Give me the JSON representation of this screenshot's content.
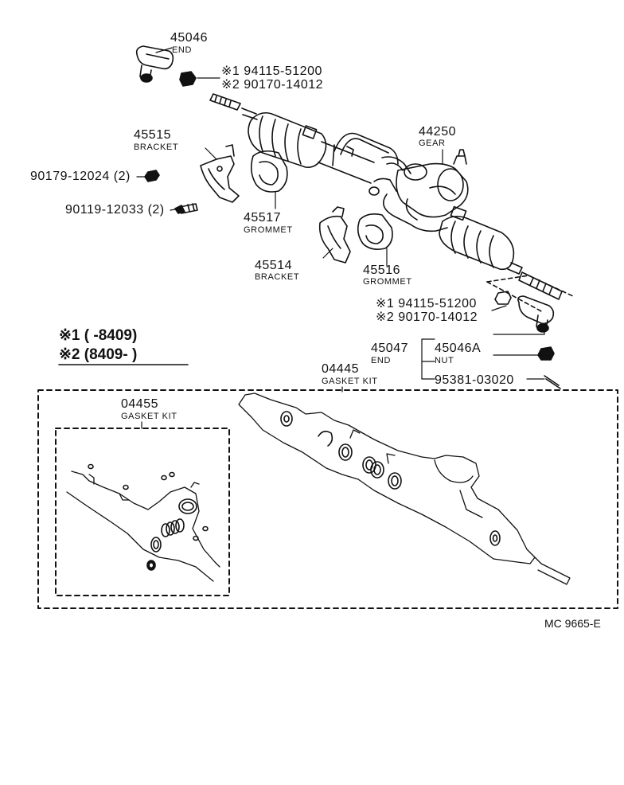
{
  "parts": {
    "p45046": {
      "number": "45046",
      "name": "END"
    },
    "upper_note1": "※1 94115-51200",
    "upper_note2": "※2 90170-14012",
    "p45515": {
      "number": "45515",
      "name": "BRACKET"
    },
    "p90179": "90179-12024 (2)",
    "p90119": "90119-12033 (2)",
    "p44250": {
      "number": "44250",
      "name": "GEAR"
    },
    "p45517": {
      "number": "45517",
      "name": "GROMMET"
    },
    "p45514": {
      "number": "45514",
      "name": "BRACKET"
    },
    "p45516": {
      "number": "45516",
      "name": "GROMMET"
    },
    "lower_note1": "※1 94115-51200",
    "lower_note2": "※2 90170-14012",
    "p45047": {
      "number": "45047",
      "name": "END"
    },
    "p45046a": {
      "number": "45046A",
      "name": "NUT"
    },
    "p95381": "95381-03020",
    "p04445": {
      "number": "04445",
      "name": "GASKET KIT"
    },
    "p04455": {
      "number": "04455",
      "name": "GASKET KIT"
    }
  },
  "notes": {
    "note1": "※1 (      -8409)",
    "note2": "※2 (8409-      )"
  },
  "footer": {
    "reference": "MC 9665-E"
  }
}
